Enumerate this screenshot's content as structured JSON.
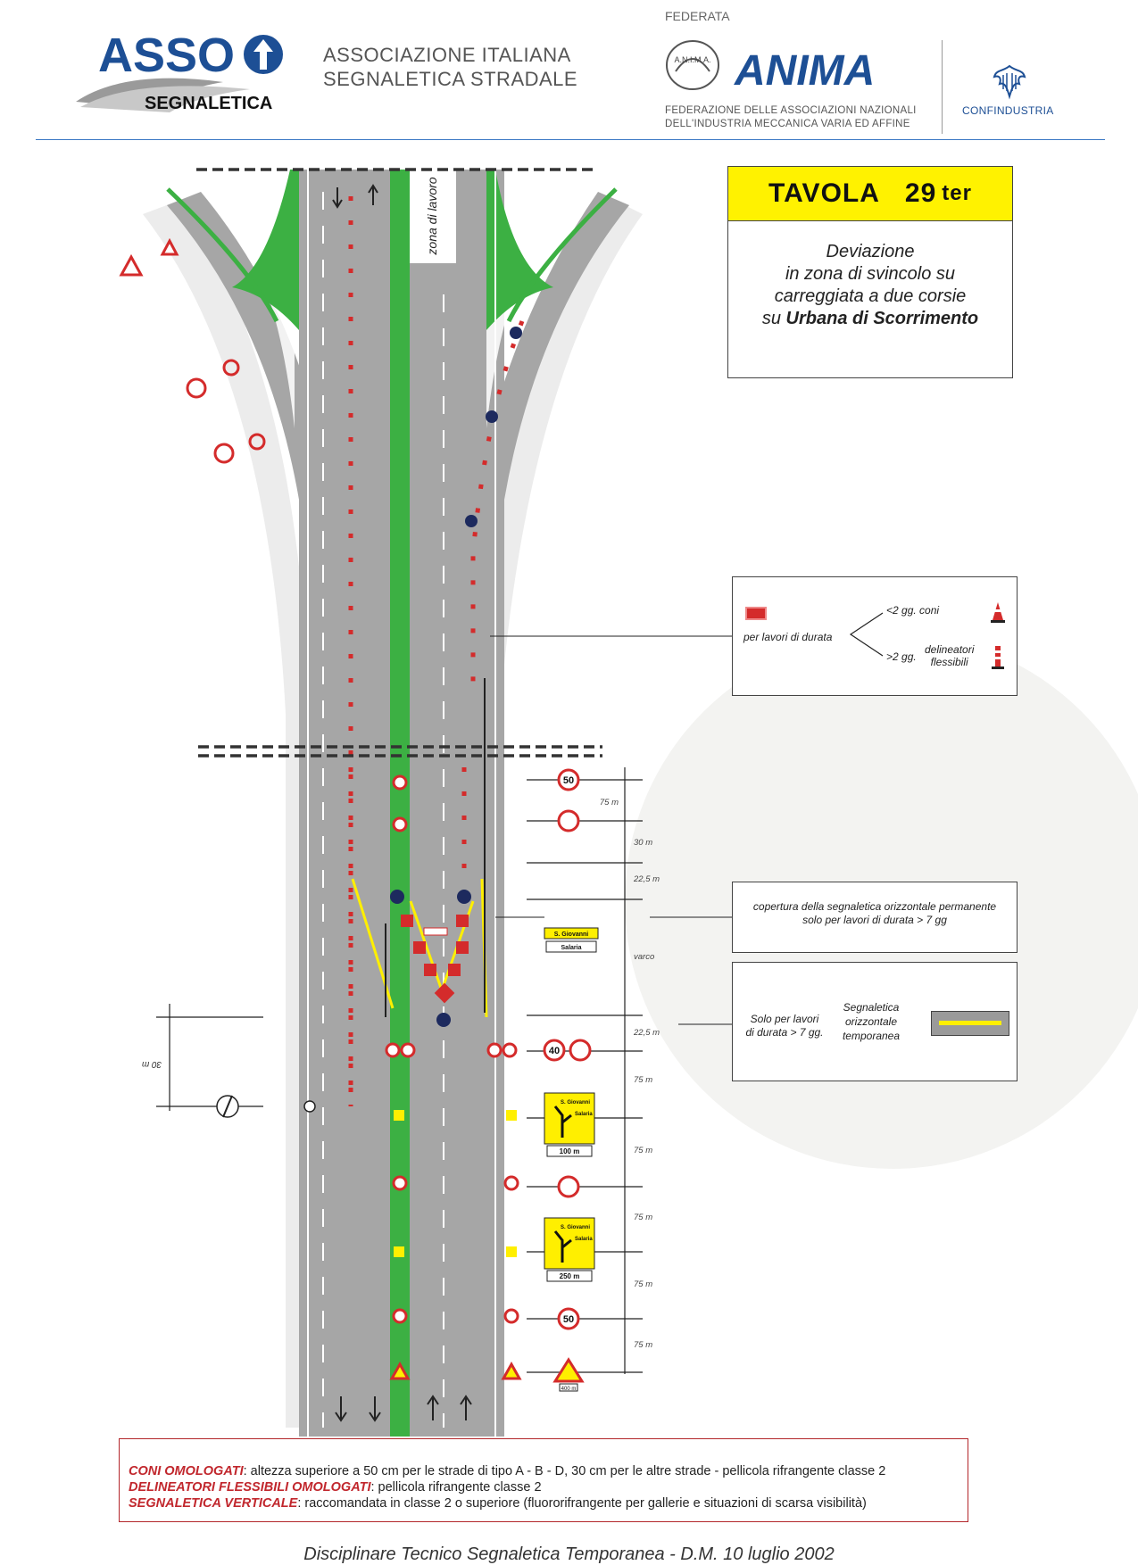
{
  "header": {
    "asso_logo_text": "ASSO",
    "asso_logo_sub": "SEGNALETICA",
    "association_line1": "ASSOCIAZIONE ITALIANA",
    "association_line2": "SEGNALETICA STRADALE",
    "federata": "FEDERATA",
    "anima_badge": "A.N.I.M.A.",
    "anima_logo_text": "ANIMA",
    "federation_line1": "FEDERAZIONE DELLE ASSOCIAZIONI NAZIONALI",
    "federation_line2": "DELL'INDUSTRIA MECCANICA VARIA ED AFFINE",
    "confindustria": "CONFINDUSTRIA"
  },
  "tavola": {
    "title": "TAVOLA",
    "number": "29",
    "suffix": "ter",
    "desc_line1": "Deviazione",
    "desc_line2": "in zona di svincolo su",
    "desc_line3": "carreggiata a due corsie",
    "desc_line4_prefix": "su",
    "desc_line4_bold": "Urbana di Scorrimento"
  },
  "legend_devices": {
    "label": "per lavori di durata",
    "short_option": "<2 gg. coni",
    "long_option_prefix": ">2 gg.",
    "long_option_line1": "delineatori",
    "long_option_line2": "flessibili"
  },
  "legend_cover": {
    "line1": "copertura della segnaletica orizzontale permanente",
    "line2": "solo per lavori di durata > 7 gg"
  },
  "legend_temp": {
    "left_line1": "Solo per lavori",
    "left_line2": "di durata > 7 gg.",
    "right_line1": "Segnaletica",
    "right_line2": "orizzontale",
    "right_line3": "temporanea"
  },
  "road": {
    "work_zone_label": "zona di lavoro",
    "dist_30": "30 m",
    "colors": {
      "asphalt": "#a6a6a6",
      "median": "#3cb043",
      "cone": "#d42b2b",
      "yellow": "#ffef00",
      "sign_blue": "#1d2a5e"
    }
  },
  "distances": {
    "d1": "75 m",
    "d2": "30 m",
    "d3": "22,5 m",
    "varco": "varco",
    "d4": "22,5 m",
    "d5": "75 m",
    "d6": "75 m",
    "d7": "75 m",
    "d8": "75 m",
    "d9": "75 m"
  },
  "signs": {
    "speed_50": "50",
    "speed_40": "40",
    "dir_s_giovanni": "S. Giovanni",
    "dir_salaria": "Salaria",
    "dist_100": "100 m",
    "dist_250": "250 m",
    "dist_400": "400 m"
  },
  "footer_notes": {
    "coni_label": "CONI OMOLOGATI",
    "coni_text": ": altezza superiore a 50 cm per le strade di tipo A - B - D, 30 cm per le altre strade - pellicola rifrangente classe 2",
    "deli_label": "DELINEATORI FLESSIBILI OMOLOGATI",
    "deli_text": ":  pellicola rifrangente classe 2",
    "segn_label": "SEGNALETICA VERTICALE",
    "segn_text": ": raccomandata in classe 2 o superiore (fluororifrangente per gallerie e situazioni di scarsa visibilità)"
  },
  "footer_title": "Disciplinare Tecnico Segnaletica Temporanea - D.M.  10 luglio 2002"
}
